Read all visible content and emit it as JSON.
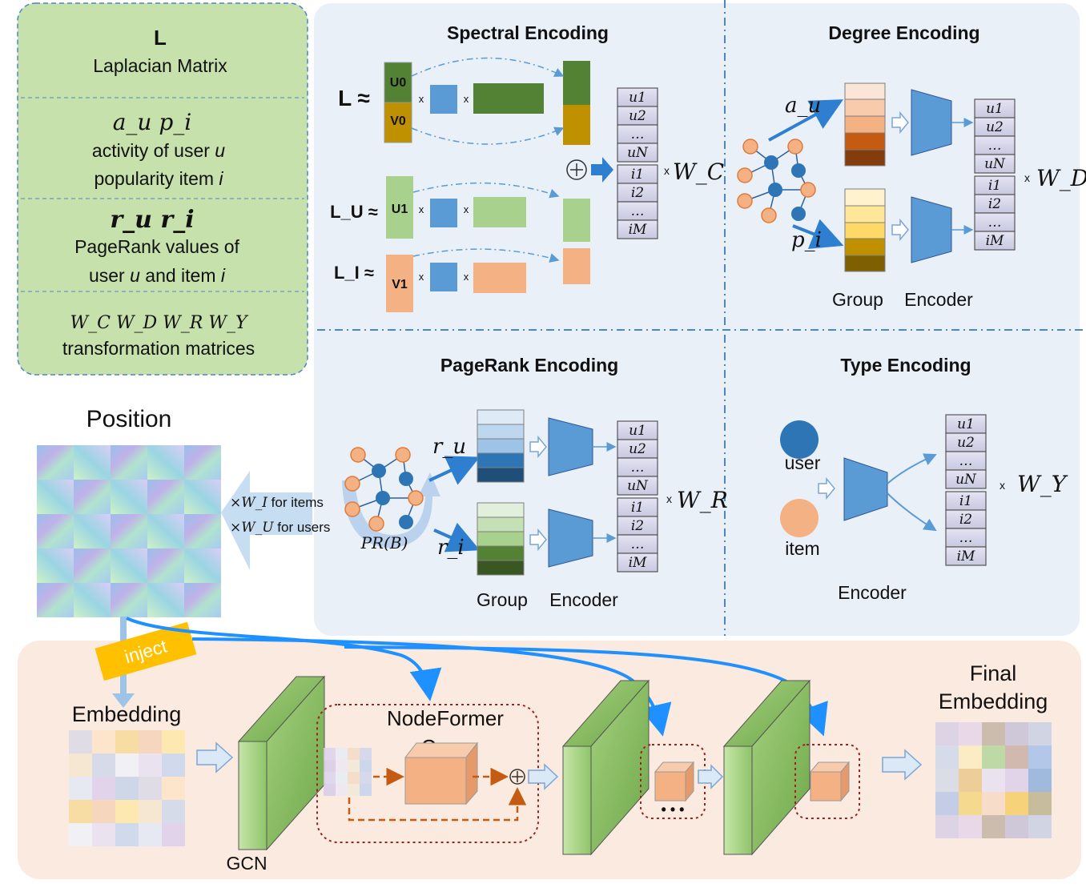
{
  "legend": {
    "laplacian_symbol": "L",
    "laplacian_label": "Laplacian Matrix",
    "activity_symbols": "a_u  p_i",
    "activity_line1": "activity of user",
    "activity_line1_var": "u",
    "activity_line2": "popularity item",
    "activity_line2_var": "i",
    "pagerank_symbols": "r_u  r_i",
    "pagerank_line1": "PageRank values  of",
    "pagerank_line2a": "user",
    "pagerank_line2_var1": "u",
    "pagerank_line2b": "and item",
    "pagerank_line2_var2": "i",
    "transform_symbols": "W_C  W_D  W_R  W_Y",
    "transform_label": "transformation matrices"
  },
  "spectral": {
    "title": "Spectral Encoding",
    "eq_L": "L ≈",
    "eq_LU": "L_U ≈",
    "eq_LI": "L_I ≈",
    "U0": "U0",
    "V0": "V0",
    "U1": "U1",
    "V1": "V1",
    "times": "x",
    "weight": "W_C"
  },
  "degree": {
    "title": "Degree Encoding",
    "a_u": "a_u",
    "p_i": "p_i",
    "group": "Group",
    "encoder": "Encoder",
    "weight": "W_D"
  },
  "pagerank": {
    "title": "PageRank Encoding",
    "r_u": "r_u",
    "r_i": "r_i",
    "pr": "PR(B)",
    "group": "Group",
    "encoder": "Encoder",
    "weight": "W_R"
  },
  "type": {
    "title": "Type Encoding",
    "user": "user",
    "item": "item",
    "encoder": "Encoder",
    "weight": "W_Y"
  },
  "embedding_cells": [
    "u1",
    "u2",
    "…",
    "uN",
    "i1",
    "i2",
    "…",
    "iM"
  ],
  "position": {
    "title": "Position",
    "items_label": "for items",
    "users_label": "for users",
    "wi": "×W_I",
    "wu": "×W_U"
  },
  "pipeline": {
    "inject": "inject",
    "embedding": "Embedding",
    "gcn": "GCN",
    "nodeformer_line1": "NodeFormer",
    "nodeformer_line2": "Conv",
    "final_line1": "Final",
    "final_line2": "Embedding",
    "dots": "• • •"
  },
  "colors": {
    "legend_bg": "#c6e1ab",
    "panel_bg": "#e9f0f8",
    "bottom_bg": "#fbeadf",
    "accent_blue": "#4a86c8",
    "green_block": "#a7d38a",
    "orange_block": "#f4b183",
    "inject_tag": "#ffc000"
  }
}
